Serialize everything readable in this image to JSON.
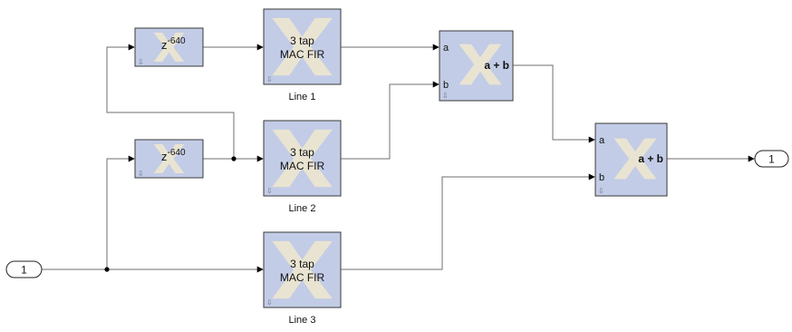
{
  "diagram": {
    "inports": [
      {
        "label": "1"
      }
    ],
    "outports": [
      {
        "label": "1"
      }
    ],
    "delays": [
      {
        "base": "z",
        "exponent": "-640"
      },
      {
        "base": "z",
        "exponent": "-640"
      }
    ],
    "firs": [
      {
        "line1": "3 tap",
        "line2": "MAC FIR",
        "caption": "Line 1"
      },
      {
        "line1": "3 tap",
        "line2": "MAC FIR",
        "caption": "Line 2"
      },
      {
        "line1": "3 tap",
        "line2": "MAC FIR",
        "caption": "Line 3"
      }
    ],
    "adders": [
      {
        "port_a": "a",
        "port_b": "b",
        "label": "a + b"
      },
      {
        "port_a": "a",
        "port_b": "b",
        "label": "a + b"
      }
    ],
    "colors": {
      "block_fill": "#c3cce6",
      "block_stroke": "#3a3a3a",
      "watermark": "#e9e4d2",
      "wire": "#6f6f6f"
    }
  }
}
